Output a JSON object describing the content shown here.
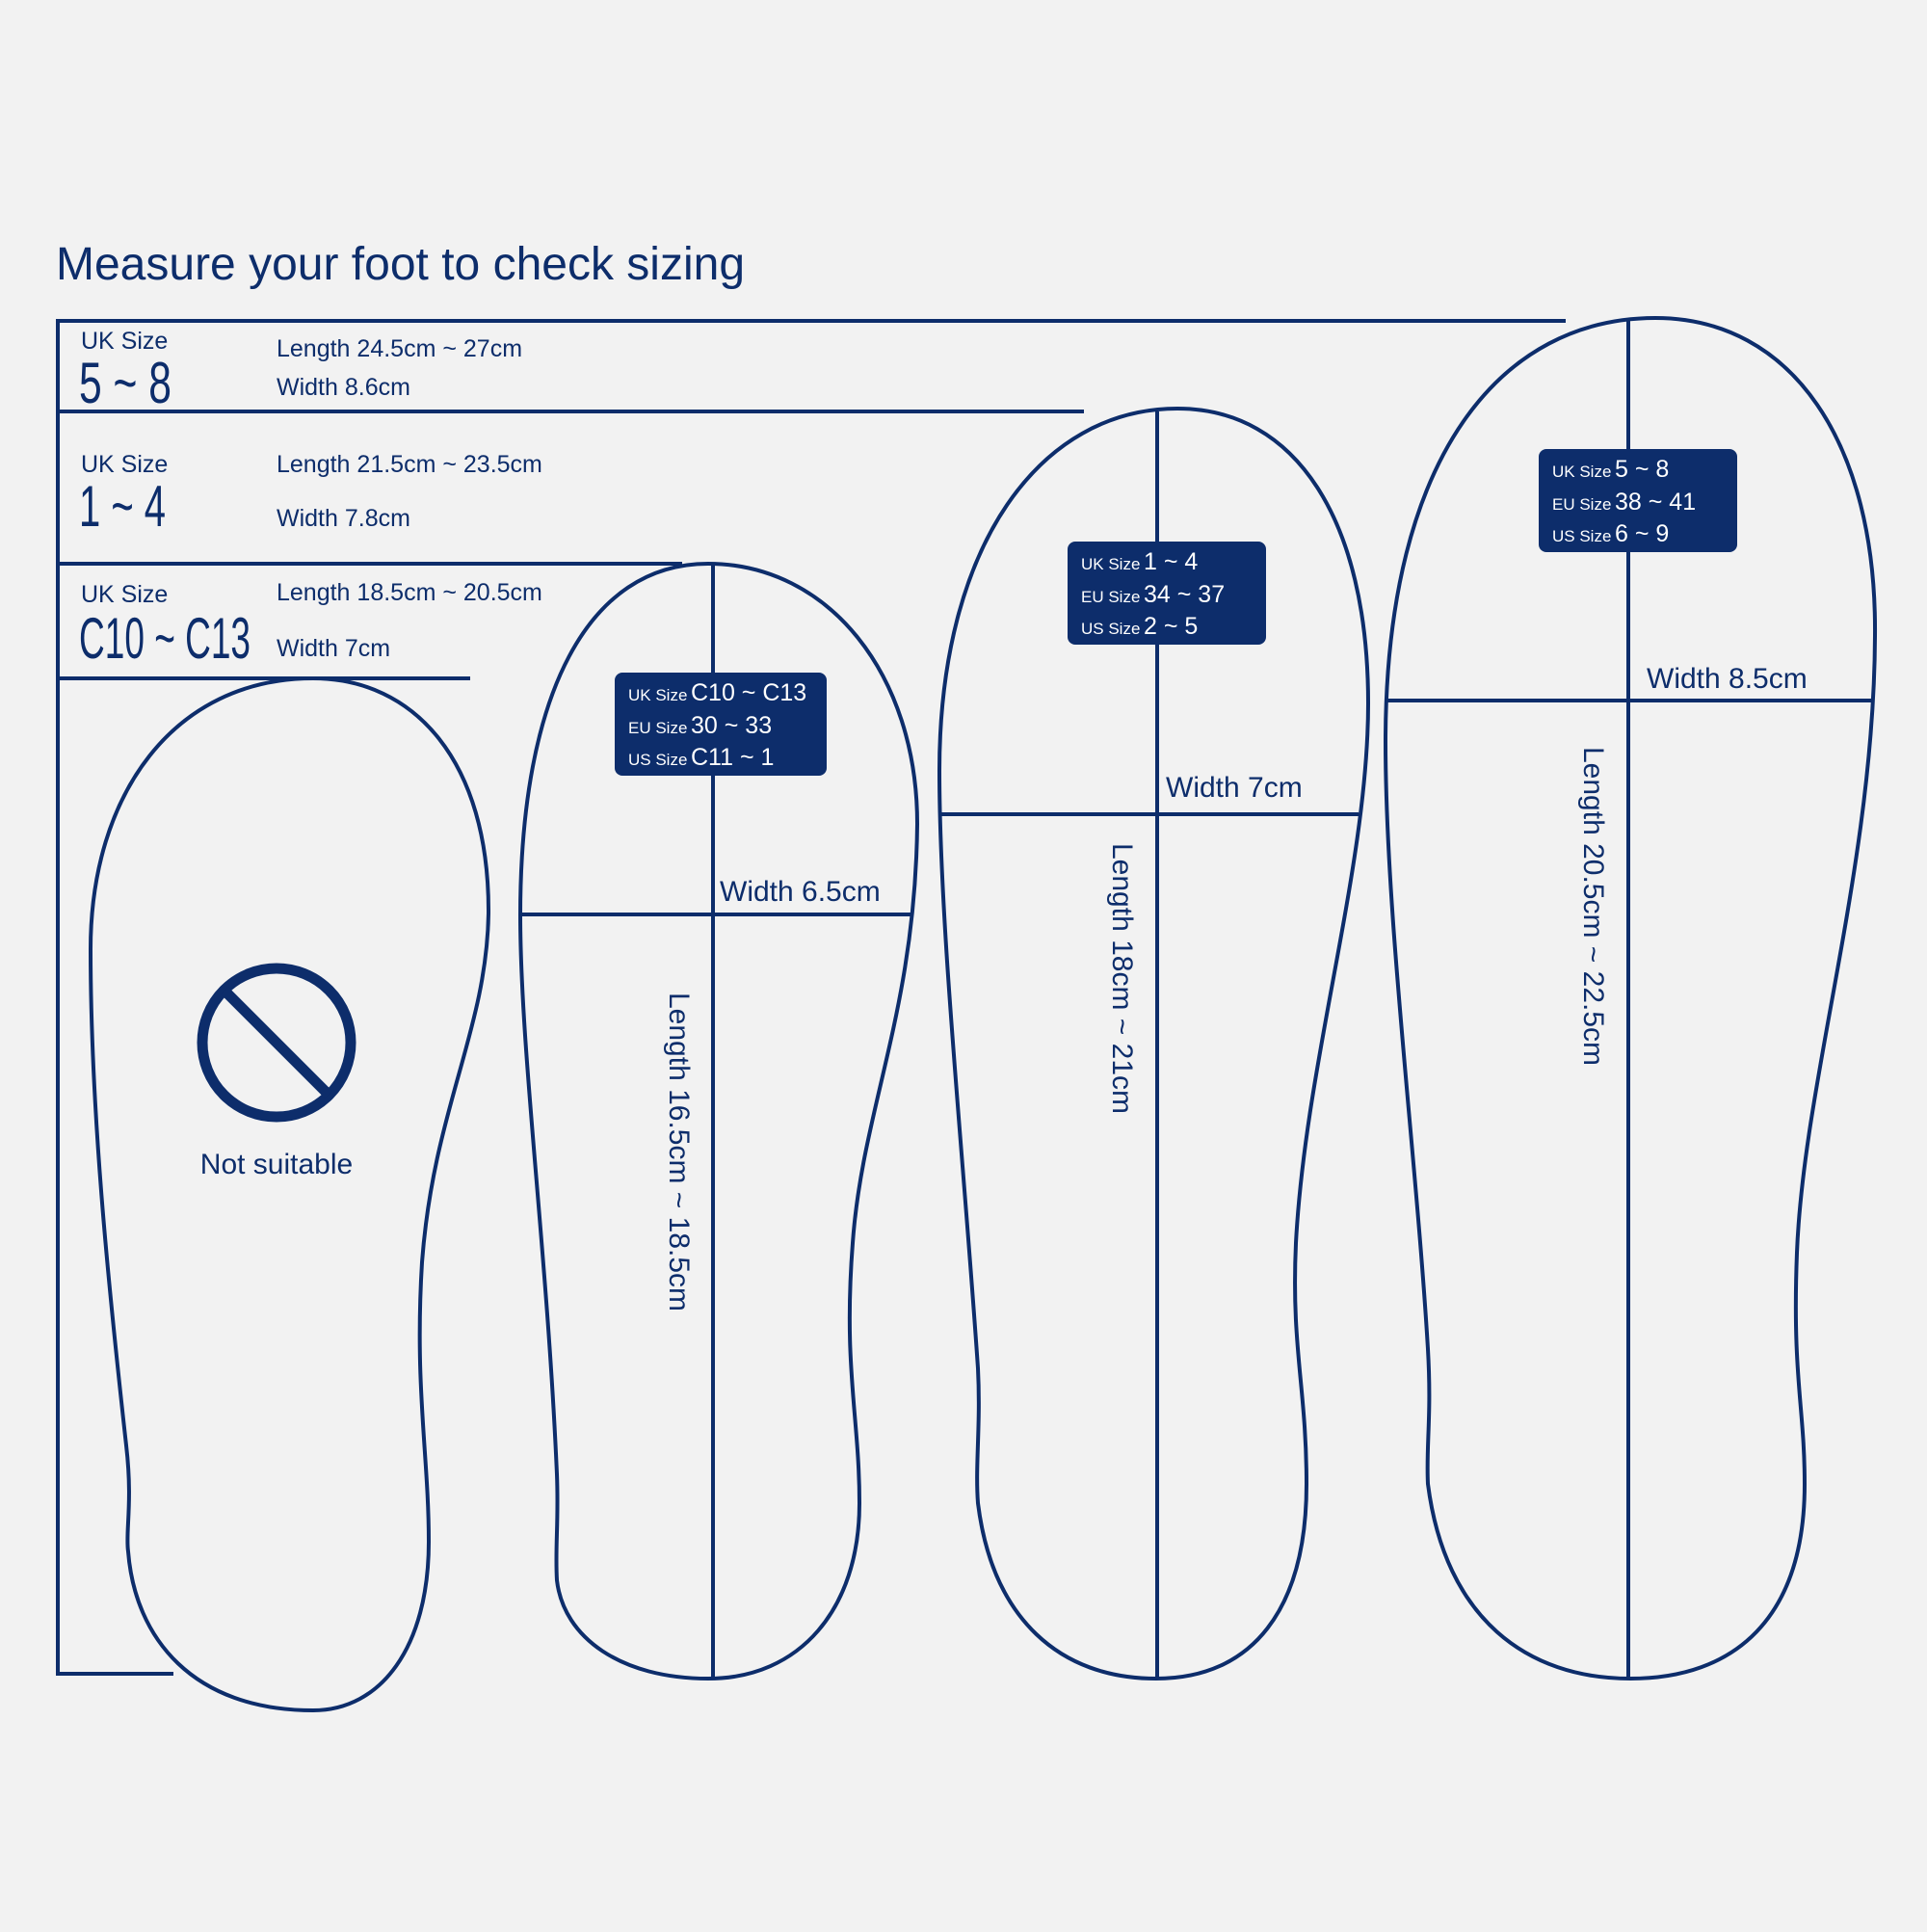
{
  "title": "Measure your foot to check sizing",
  "size_bands": [
    {
      "uk_label": "UK Size",
      "uk_range": "5 ~ 8",
      "length": "Length 24.5cm ~ 27cm",
      "width": "Width 8.6cm"
    },
    {
      "uk_label": "UK Size",
      "uk_range": "1 ~ 4",
      "length": "Length 21.5cm ~ 23.5cm",
      "width": "Width 7.8cm"
    },
    {
      "uk_label": "UK Size",
      "uk_range": "C10 ~ C13",
      "length": "Length 18.5cm ~ 20.5cm",
      "width": "Width 7cm"
    }
  ],
  "not_suitable": {
    "label": "Not suitable",
    "icon": "prohibited-icon"
  },
  "insoles": [
    {
      "badge": [
        {
          "label": "UK Size",
          "value": "C10 ~ C13"
        },
        {
          "label": "EU Size",
          "value": "30 ~ 33"
        },
        {
          "label": "US Size",
          "value": "C11 ~ 1"
        }
      ],
      "width": "Width 6.5cm",
      "length": "Length 16.5cm ~ 18.5cm"
    },
    {
      "badge": [
        {
          "label": "UK Size",
          "value": "1 ~ 4"
        },
        {
          "label": "EU Size",
          "value": "34 ~ 37"
        },
        {
          "label": "US Size",
          "value": "2 ~ 5"
        }
      ],
      "width": "Width 7cm",
      "length": "Length 18cm ~ 21cm"
    },
    {
      "badge": [
        {
          "label": "UK Size",
          "value": "5 ~ 8"
        },
        {
          "label": "EU Size",
          "value": "38 ~ 41"
        },
        {
          "label": "US Size",
          "value": "6 ~ 9"
        }
      ],
      "width": "Width 8.5cm",
      "length": "Length 20.5cm ~ 22.5cm"
    }
  ],
  "colors": {
    "ink": "#0d2d6b",
    "background": "#f2f2f2",
    "badge_text": "#ffffff"
  }
}
